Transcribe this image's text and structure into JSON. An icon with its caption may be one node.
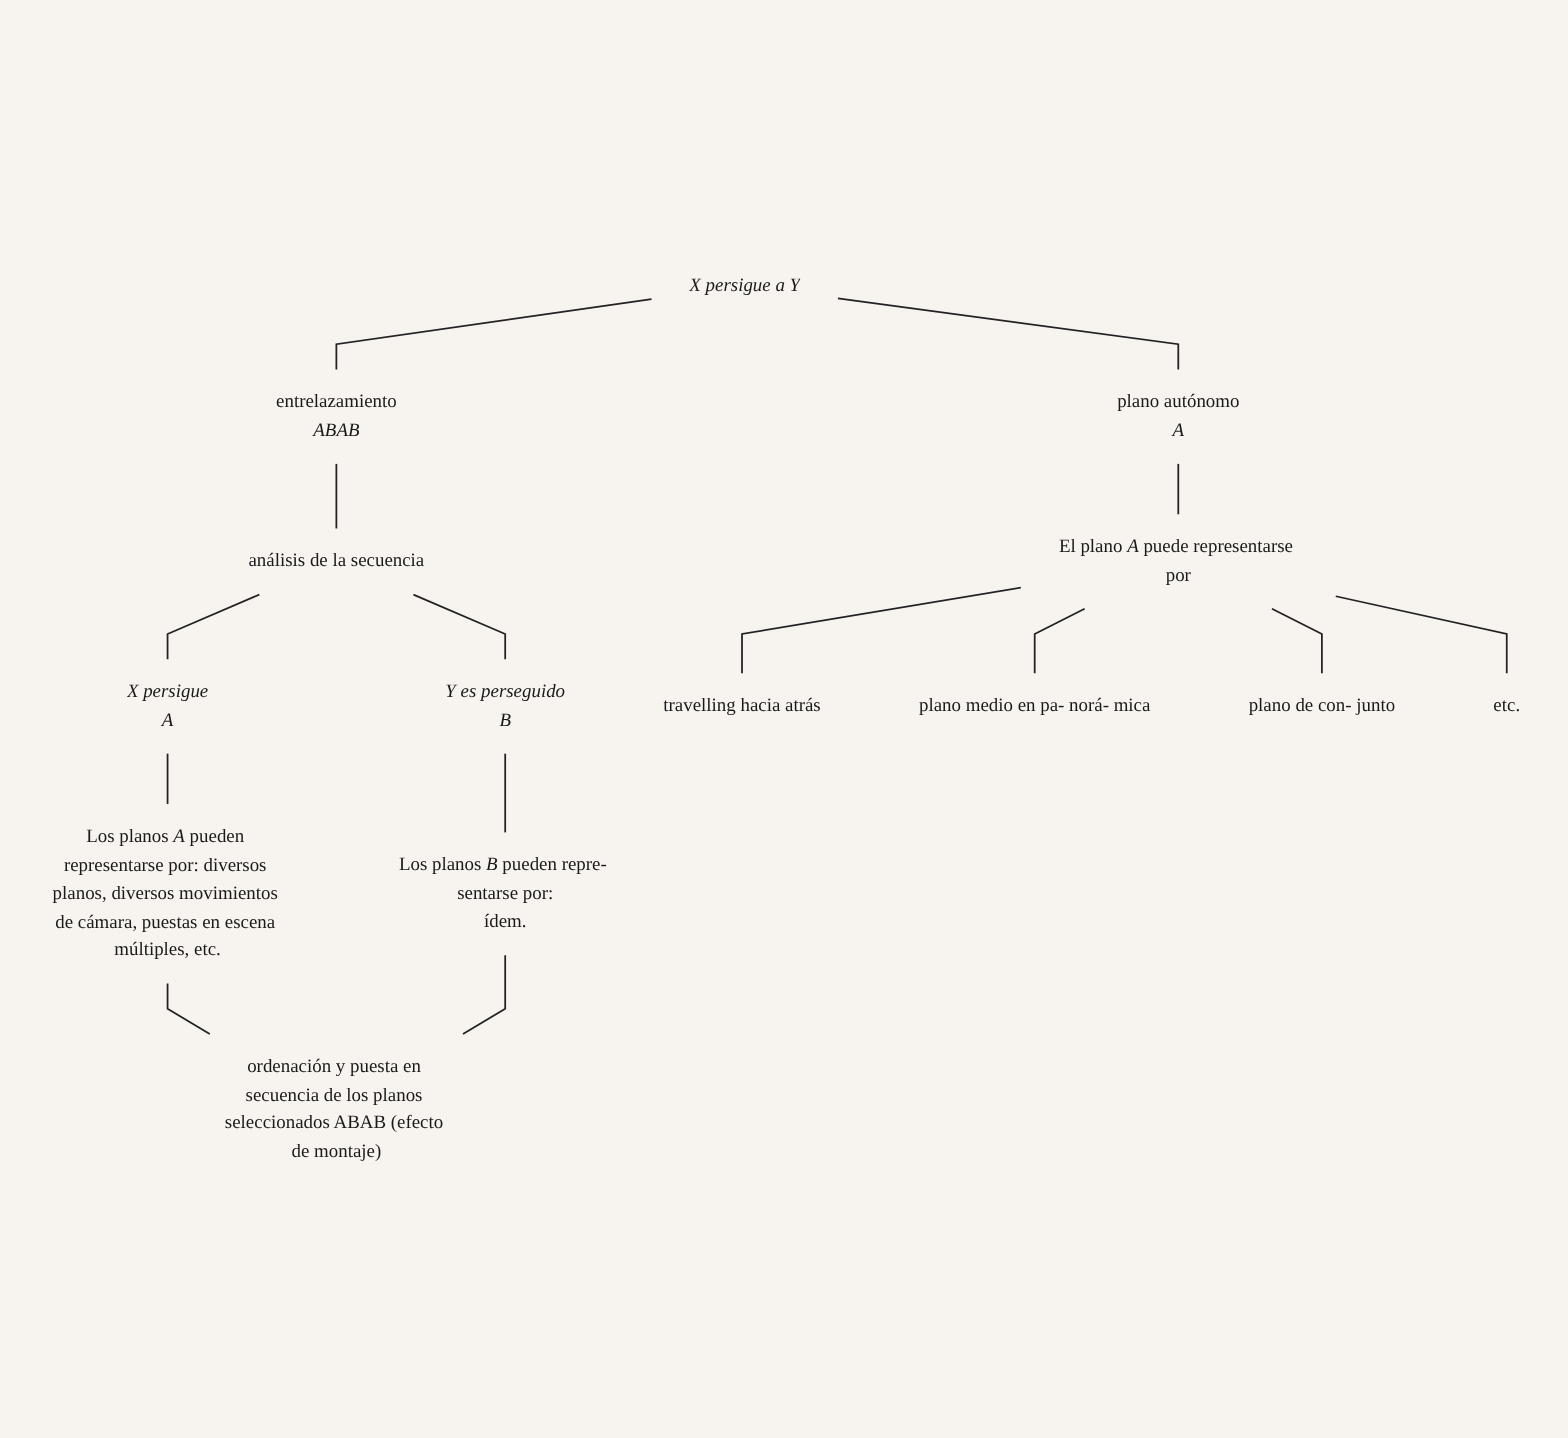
{
  "diagram": {
    "nodes": [
      {
        "text": [
          "X persigue a Y"
        ]
      },
      {
        "text": [
          "entrelazamiento",
          "ABAB"
        ]
      },
      {
        "text": [
          "plano autónomo",
          "A"
        ]
      },
      {
        "text": [
          "análisis de la secuencia"
        ]
      },
      {
        "text": [
          "X persigue",
          "A"
        ]
      },
      {
        "text": [
          "Y es perseguido",
          "B"
        ]
      },
      {
        "text": [
          "Los planos *A* pueden representarse por: diversos planos, diversos movimientos de cámara, puestas en escena múltiples, etc."
        ]
      },
      {
        "text": [
          "Los planos *B* pueden repre- sentarse por:",
          "ídem."
        ]
      },
      {
        "text": [
          "El plano *A* puede representarse por"
        ]
      },
      {
        "text": [
          "travelling hacia atrás"
        ]
      },
      {
        "text": [
          "plano medio en pa- norá- mica"
        ]
      },
      {
        "text": [
          "plano de con- junto"
        ]
      },
      {
        "text": [
          "etc."
        ]
      },
      {
        "text": [
          "ordenación y puesta en secuencia de los planos seleccionados ABAB (efecto de montaje)"
        ]
      }
    ],
    "edges": [
      {
        "from": 0,
        "to": 1,
        "arrow": "none"
      },
      {
        "from": 0,
        "to": 2,
        "arrow": "none"
      },
      {
        "from": 1,
        "to": 3,
        "arrow": "none"
      },
      {
        "from": 3,
        "to": 4,
        "arrow": "none"
      },
      {
        "from": 3,
        "to": 5,
        "arrow": "none"
      },
      {
        "from": 4,
        "to": 6,
        "arrow": "none"
      },
      {
        "from": 5,
        "to": 7,
        "arrow": "none"
      },
      {
        "from": 2,
        "to": 8,
        "arrow": "none"
      },
      {
        "from": 8,
        "to": 9,
        "arrow": "none"
      },
      {
        "from": 8,
        "to": 10,
        "arrow": "none"
      },
      {
        "from": 8,
        "to": 11,
        "arrow": "none"
      },
      {
        "from": 8,
        "to": 12,
        "arrow": "none"
      },
      {
        "from": 6,
        "to": 13,
        "arrow": "none"
      },
      {
        "from": 7,
        "to": 13,
        "arrow": "none"
      }
    ]
  }
}
